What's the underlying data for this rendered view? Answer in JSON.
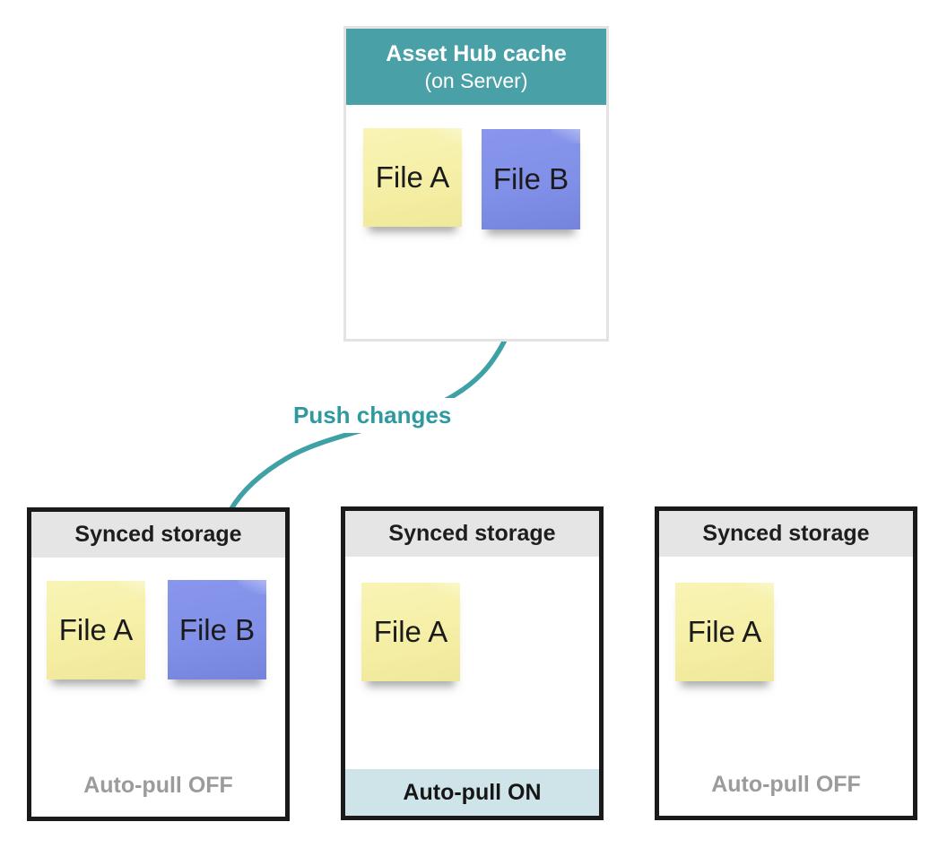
{
  "colors": {
    "teal": "#49A0A6",
    "teal_dark_text": "#2E9AA0",
    "arrow": "#3FA0A6",
    "header_band": "#E5E5E5",
    "on_band": "#CEE4E8",
    "off_text": "#9B9B9B",
    "box_border": "#1A1A1A",
    "hub_border": "#E3E3E3",
    "note_yellow": "#F5EFA6",
    "note_blue": "#8190E8"
  },
  "hub": {
    "title": "Asset Hub cache",
    "subtitle": "(on Server)",
    "files": [
      {
        "label": "File A",
        "color": "yellow"
      },
      {
        "label": "File B",
        "color": "blue"
      }
    ]
  },
  "arrow": {
    "label": "Push changes"
  },
  "storages": [
    {
      "title": "Synced storage",
      "files": [
        {
          "label": "File A",
          "color": "yellow"
        },
        {
          "label": "File B",
          "color": "blue"
        }
      ],
      "footer": "Auto-pull OFF",
      "auto_pull": "off"
    },
    {
      "title": "Synced storage",
      "files": [
        {
          "label": "File A",
          "color": "yellow"
        }
      ],
      "footer": "Auto-pull ON",
      "auto_pull": "on"
    },
    {
      "title": "Synced storage",
      "files": [
        {
          "label": "File A",
          "color": "yellow"
        }
      ],
      "footer": "Auto-pull OFF",
      "auto_pull": "off"
    }
  ]
}
